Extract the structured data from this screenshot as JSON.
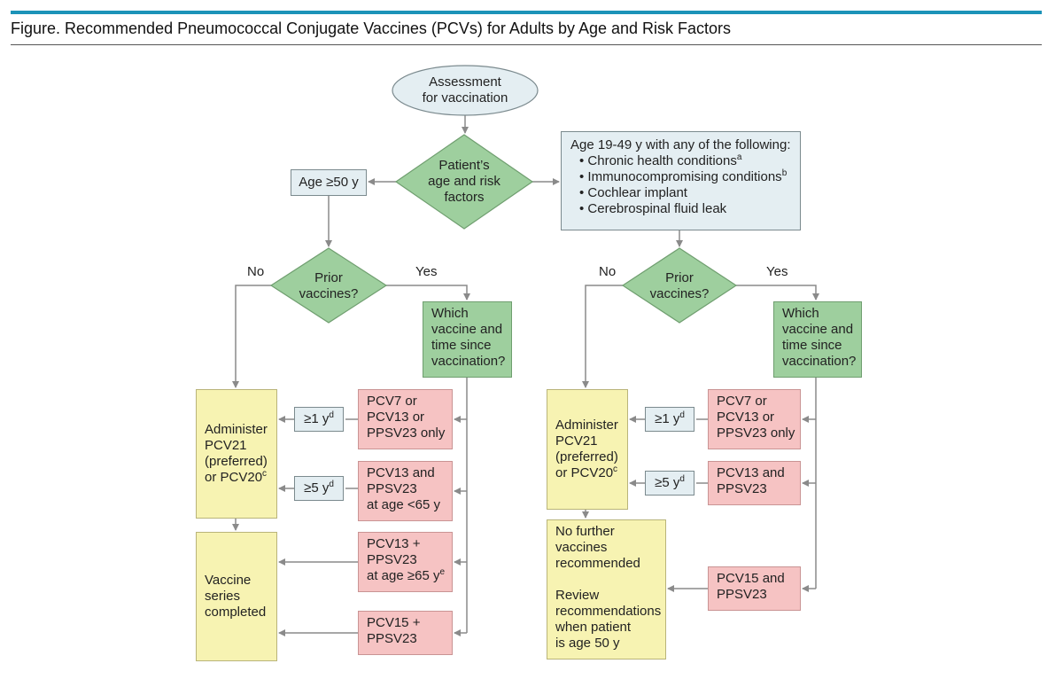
{
  "figure": {
    "title": "Figure. Recommended Pneumococcal Conjugate Vaccines (PCVs) for Adults by Age and Risk Factors"
  },
  "nodes": {
    "start": {
      "lines": [
        "Assessment",
        "for vaccination"
      ]
    },
    "decision_main": {
      "lines": [
        "Patient’s",
        "age and risk",
        "factors"
      ]
    },
    "age50": {
      "text": "Age ≥50 y"
    },
    "age19": {
      "header": "Age 19-49 y with any of the following:",
      "items": [
        {
          "text": "Chronic health conditions",
          "sup": "a"
        },
        {
          "text": "Immunocompromising conditions",
          "sup": "b"
        },
        {
          "text": "Cochlear implant",
          "sup": ""
        },
        {
          "text": "Cerebrospinal fluid leak",
          "sup": ""
        }
      ]
    },
    "prior_left": {
      "lines": [
        "Prior",
        "vaccines?"
      ]
    },
    "prior_right": {
      "lines": [
        "Prior",
        "vaccines?"
      ]
    },
    "which_left": {
      "lines": [
        "Which",
        "vaccine and",
        "time since",
        "vaccination?"
      ]
    },
    "which_right": {
      "lines": [
        "Which",
        "vaccine and",
        "time since",
        "vaccination?"
      ]
    },
    "admin_left": {
      "lines": [
        "Administer",
        "PCV21",
        "(preferred)"
      ],
      "last": "or PCV20",
      "last_sup": "c"
    },
    "admin_right": {
      "lines": [
        "Administer",
        "PCV21",
        "(preferred)"
      ],
      "last": "or PCV20",
      "last_sup": "c"
    },
    "series_completed": {
      "lines": [
        "Vaccine",
        "series",
        "completed"
      ]
    },
    "no_further": {
      "lines": [
        "No further",
        "vaccines",
        "recommended"
      ],
      "review": [
        "Review",
        "recommendations",
        "when patient",
        "is age 50 y"
      ]
    },
    "l_red1": {
      "lines": [
        "PCV7 or",
        "PCV13 or",
        "PPSV23 only"
      ]
    },
    "l_red2": {
      "lines": [
        "PCV13 and",
        "PPSV23",
        "at age <65 y"
      ]
    },
    "l_red3": {
      "lines": [
        "PCV13 +",
        "PPSV23"
      ],
      "last": "at age ≥65 y",
      "last_sup": "e"
    },
    "l_red4": {
      "lines": [
        "PCV15 +",
        "PPSV23"
      ]
    },
    "r_red1": {
      "lines": [
        "PCV7 or",
        "PCV13 or",
        "PPSV23 only"
      ]
    },
    "r_red2": {
      "lines": [
        "PCV13 and",
        "PPSV23"
      ]
    },
    "r_red3": {
      "lines": [
        "PCV15 and",
        "PPSV23"
      ]
    },
    "l_int1": {
      "text": "≥1 y",
      "sup": "d"
    },
    "l_int2": {
      "text": "≥5 y",
      "sup": "d"
    },
    "r_int1": {
      "text": "≥1 y",
      "sup": "d"
    },
    "r_int2": {
      "text": "≥5 y",
      "sup": "d"
    }
  },
  "labels": {
    "left_no": "No",
    "left_yes": "Yes",
    "right_no": "No",
    "right_yes": "Yes"
  },
  "colors": {
    "accent_bar": "#1c93b8",
    "start_fill": "#e4eef2",
    "blue_fill": "#e4eef2",
    "decision_fill": "#9ecf9e",
    "red_fill": "#f6c3c3",
    "yellow_fill": "#f7f3b2",
    "connector": "#8a8a8a"
  }
}
